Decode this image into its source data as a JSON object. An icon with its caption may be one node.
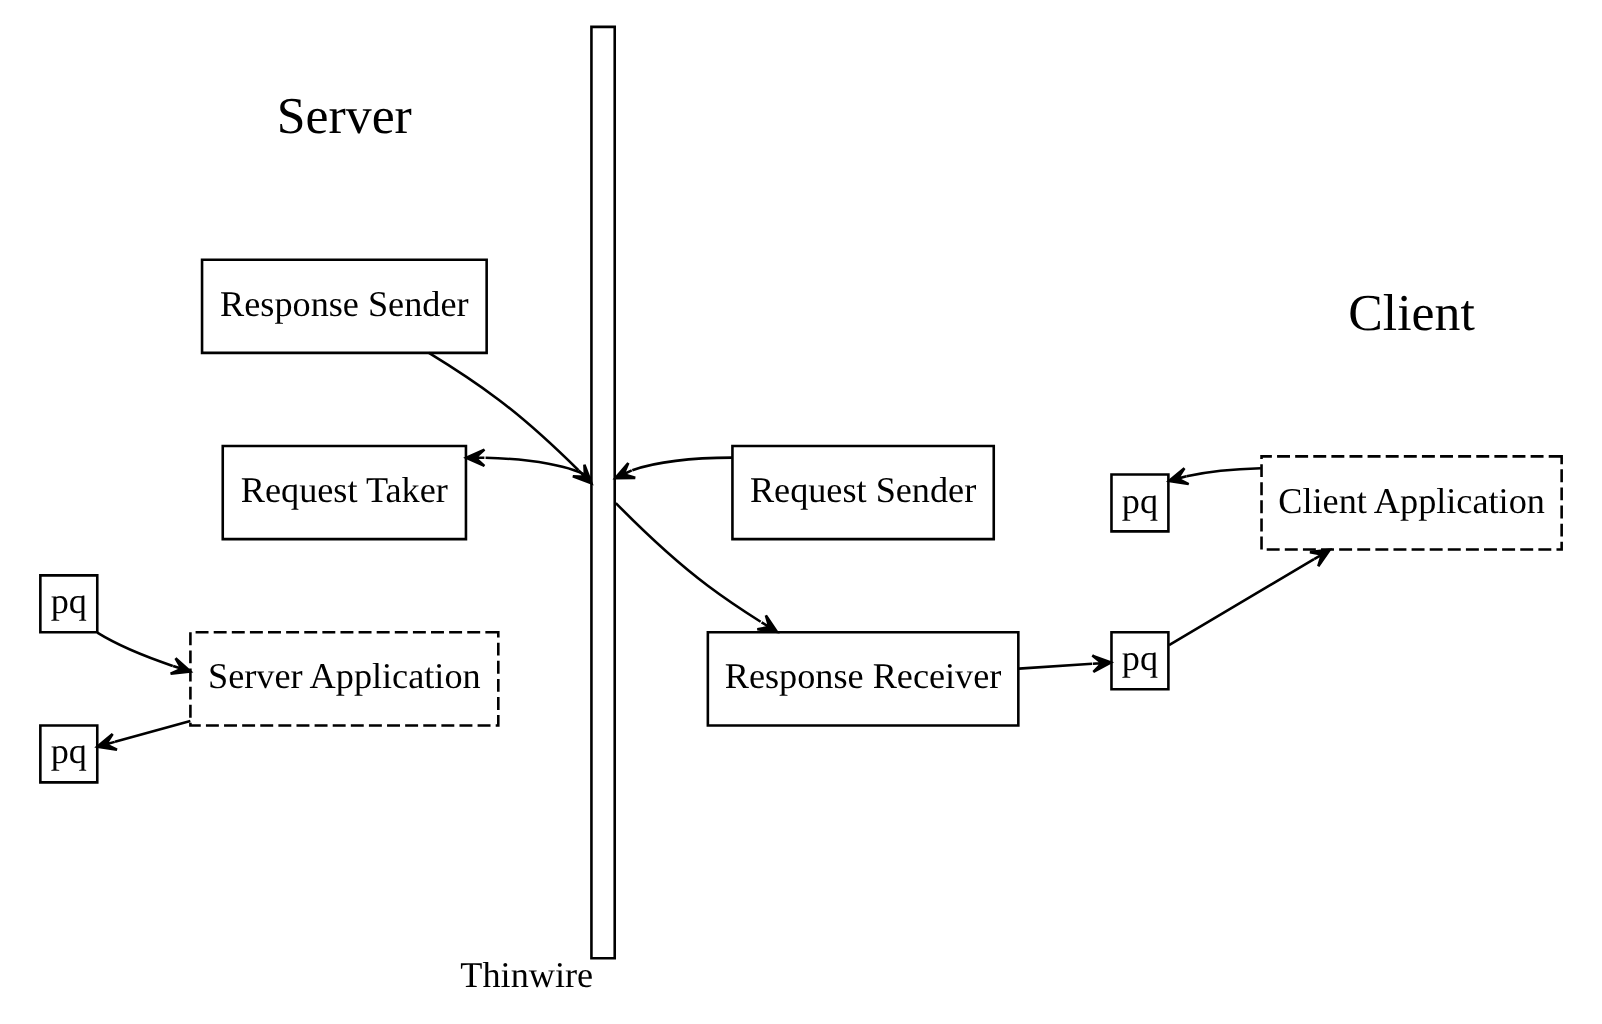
{
  "diagram": {
    "nodes": [
      {
        "text": [
          "Request Taker"
        ]
      },
      {
        "text": [
          "pq"
        ]
      },
      {
        "text": [
          "Server Application"
        ]
      },
      {
        "text": [
          "pq"
        ]
      },
      {
        "text": [
          "Response Sender"
        ]
      },
      {
        "text": [],
        "shape": "bar",
        "beside": [
          "Thinwire"
        ]
      },
      {
        "text": [
          "Request Sender"
        ]
      },
      {
        "text": [
          "pq"
        ]
      },
      {
        "text": [
          "Client Application"
        ]
      },
      {
        "text": [
          "Response Receiver"
        ]
      },
      {
        "text": [
          "pq"
        ]
      }
    ],
    "edges": [
      {
        "from": 5,
        "to": 0,
        "arrow": "to"
      },
      {
        "from": 1,
        "to": 2,
        "arrow": "to"
      },
      {
        "from": 2,
        "to": 3,
        "arrow": "to"
      },
      {
        "from": 4,
        "to": 5,
        "arrow": "to"
      },
      {
        "from": 6,
        "to": 5,
        "arrow": "to"
      },
      {
        "from": 8,
        "to": 7,
        "arrow": "to"
      },
      {
        "from": 5,
        "to": 9,
        "arrow": "to"
      },
      {
        "from": 9,
        "to": 10,
        "arrow": "to"
      },
      {
        "from": 10,
        "to": 8,
        "arrow": "to"
      }
    ],
    "labels": [
      "Server",
      "Client"
    ]
  }
}
